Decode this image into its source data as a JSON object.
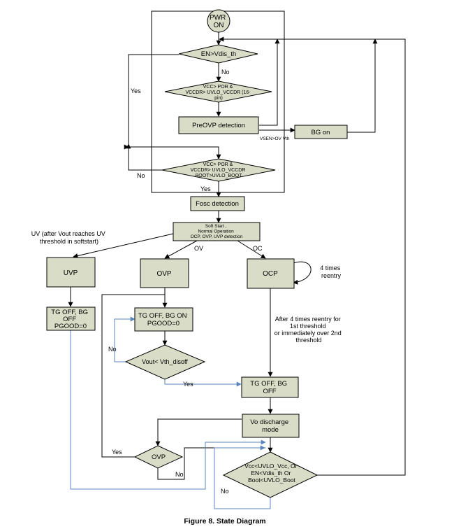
{
  "nodes": {
    "pwr": [
      "PWR",
      "ON"
    ],
    "en_check": [
      "EN>Vdis_th"
    ],
    "vcc_por_16pin": [
      "VCC> POR &",
      "VCCDR> UVLO_VCCDR (16-",
      "pin)"
    ],
    "preovp": [
      "PreOVP detection"
    ],
    "bg_on": [
      "BG on"
    ],
    "vcc_por_boot": [
      "VCC> POR &",
      "VCCDR> UVLO_VCCDR",
      "BOOT>UVLO_BOOT"
    ],
    "fosc": [
      "Fosc detection"
    ],
    "softstart": [
      "Soft Start ,",
      "Normal Operation",
      "OCP, OVP, UVP detection"
    ],
    "uvp": [
      "UVP"
    ],
    "ovp": [
      "OVP"
    ],
    "ocp": [
      "OCP"
    ],
    "uvp_action": [
      "TG OFF, BG",
      "OFF",
      "PGOOD=0"
    ],
    "ovp_action": [
      "TG OFF, BG ON",
      "PGOOD=0"
    ],
    "vout_check": [
      "Vout< Vth_disoff"
    ],
    "ocp_action": [
      "TG OFF, BG",
      "OFF"
    ],
    "vo_discharge": [
      "Vo discharge",
      "mode"
    ],
    "ovp_check": [
      "OVP"
    ],
    "vcc_uvlo_check": [
      "Vcc<UVLO_Vcc, Or",
      "EN<Vdis_th Or",
      "Boot<UVLO_Boot"
    ]
  },
  "labels": {
    "no_en": "No",
    "yes_left": "Yes",
    "no_boot": "No",
    "yes_boot": "Yes",
    "vsen": "VSEN>OV Vth",
    "uv_cond": [
      "UV (after Vout reaches UV",
      "threshold in softstart)"
    ],
    "ov": "OV",
    "oc": "OC",
    "four_times": [
      "4 times",
      "reentry"
    ],
    "after_reentry": [
      "After 4 times reentry for",
      "1st threshold",
      "or immediately over  2nd",
      "threshold"
    ],
    "no_vout": "No",
    "yes_vout": "Yes",
    "yes_ovp": "Yes",
    "no_ovp": "No",
    "no_vcc": "No"
  },
  "caption": "Figure 8. State Diagram",
  "colors": {
    "box_fill": "#d9dcc6",
    "line": "#000000",
    "return_line": "#5a86c0"
  }
}
